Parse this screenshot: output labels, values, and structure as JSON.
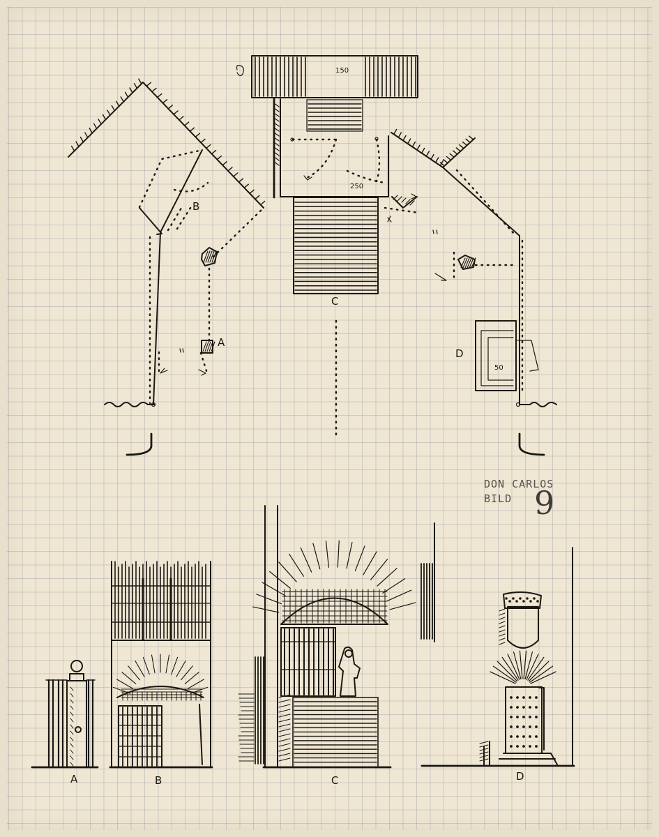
{
  "title": {
    "line1": "DON CARLOS",
    "line2": "BILD",
    "number": "9"
  },
  "plan": {
    "dimensions": {
      "top_width": "150",
      "landing_width": "250",
      "niche_width": "50"
    },
    "point_labels": {
      "a": "A",
      "b": "B",
      "c": "C",
      "d": "D"
    }
  },
  "elevations": {
    "a": "A",
    "b": "B",
    "c": "C",
    "d": "D"
  },
  "colors": {
    "paper": "#efe6d3",
    "grid": "#8a8ea6",
    "ink": "#1b1812",
    "pencil": "#55524c"
  }
}
